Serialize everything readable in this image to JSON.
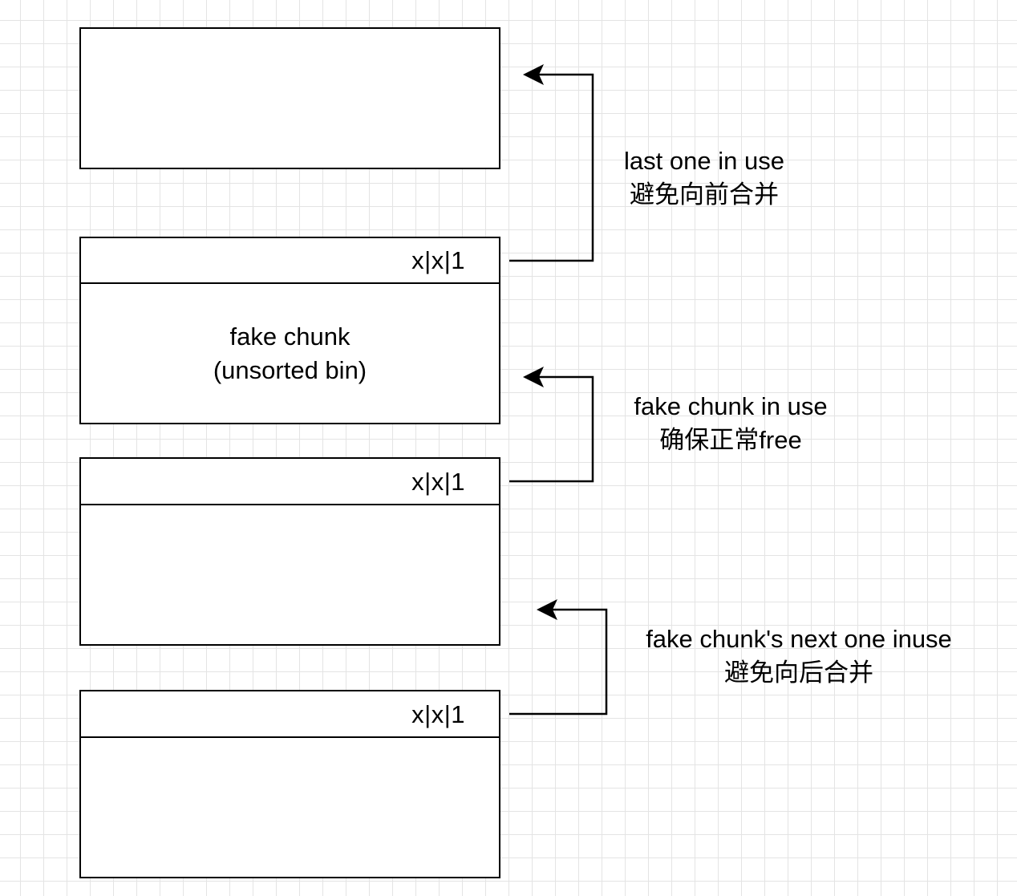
{
  "chunks": [
    {
      "flags": "",
      "body": []
    },
    {
      "flags": "x|x|1",
      "body": [
        "fake chunk",
        "(unsorted bin)"
      ]
    },
    {
      "flags": "x|x|1",
      "body": []
    },
    {
      "flags": "x|x|1",
      "body": []
    }
  ],
  "annotations": [
    {
      "lines": [
        "last one in use",
        "避免向前合并"
      ]
    },
    {
      "lines": [
        "fake chunk in use",
        "确保正常free"
      ]
    },
    {
      "lines": [
        "fake chunk's next one inuse",
        "避免向后合并"
      ]
    }
  ]
}
